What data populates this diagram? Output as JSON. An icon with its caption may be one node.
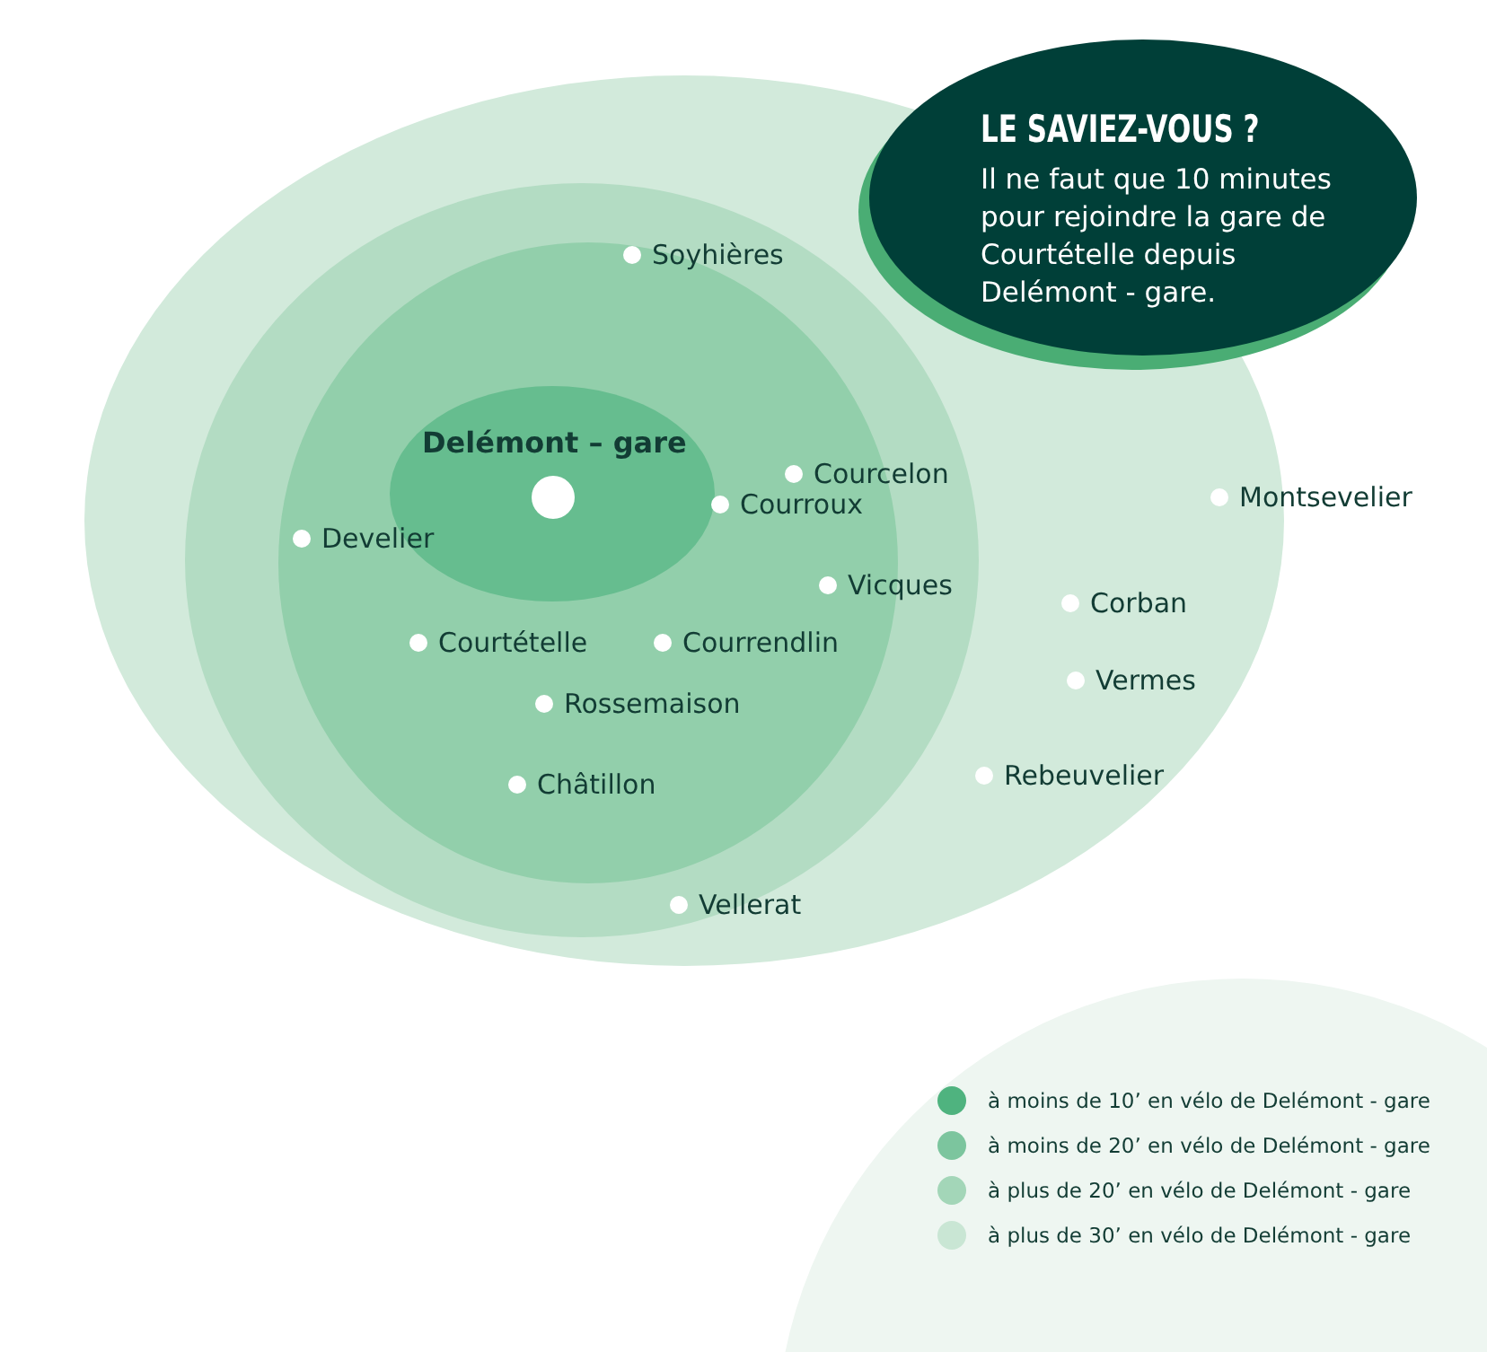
{
  "diagram": {
    "nodes": [
      {
        "text": [],
        "shape": "ellipse"
      },
      {
        "text": [],
        "shape": "ellipse",
        "in": 0
      },
      {
        "text": [],
        "shape": "ellipse",
        "in": 1
      },
      {
        "text": [
          "Delémont – gare"
        ],
        "in": 2
      },
      {
        "text": [
          "LE SAVIEZ-VOUS ?",
          "Il ne faut que 10 minutes pour rejoindre la gare de Courtételle depuis Delémont - gare."
        ]
      }
    ],
    "edges": [],
    "labels": [
      "Soyhières",
      "Courcelon",
      "Courroux",
      "Develier",
      "Montsevelier",
      "Vicques",
      "Corban",
      "Courtételle",
      "Courrendlin",
      "Vermes",
      "Rossemaison",
      "Châtillon",
      "Rebeuvelier",
      "Vellerat"
    ],
    "legend": [
      {
        "text": "à moins de 10’ en vélo de Delémont - gare",
        "color": "#4fb37f"
      },
      {
        "text": "à moins de 20’ en vélo de Delémont - gare",
        "color": "#7cc59e"
      },
      {
        "text": "à plus de 20’ en vélo de Delémont - gare",
        "color": "#a3d6b8"
      },
      {
        "text": "à plus de 30’ en vélo de Delémont - gare",
        "color": "#c9e6d4"
      }
    ]
  }
}
